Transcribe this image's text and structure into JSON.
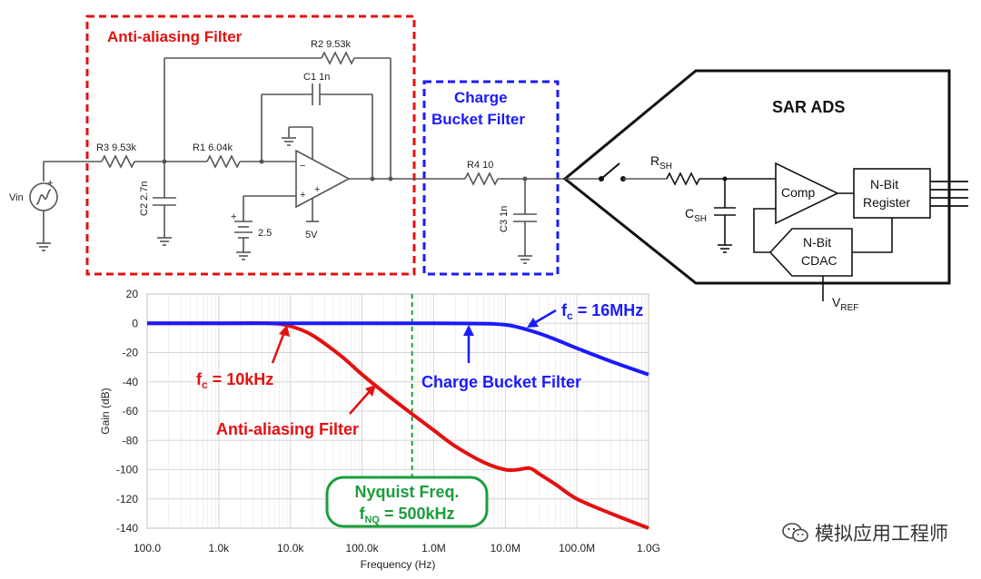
{
  "colors": {
    "red": "#e41010",
    "blue": "#1a1aff",
    "green": "#1a9e3a",
    "wire": "#555555"
  },
  "aaf": {
    "title": "Anti-aliasing Filter",
    "r3": "R3 9.53k",
    "r1": "R1 6.04k",
    "r2": "R2 9.53k",
    "c1": "C1 1n",
    "c2": "C2 2.7n",
    "vref": "2.5",
    "supply": "5V",
    "vin": "Vin"
  },
  "cbf": {
    "title_line1": "Charge",
    "title_line2": "Bucket Filter",
    "r4": "R4 10",
    "c3": "C3 1n"
  },
  "adc": {
    "title": "SAR ADS",
    "rsh": "R",
    "rsh_sub": "SH",
    "csh": "C",
    "csh_sub": "SH",
    "comp": "Comp",
    "reg_line1": "N-Bit",
    "reg_line2": "Register",
    "cdac_line1": "N-Bit",
    "cdac_line2": "CDAC",
    "vref": "V",
    "vref_sub": "REF"
  },
  "chart_data": {
    "type": "line",
    "xlabel": "Frequency (Hz)",
    "ylabel": "Gain (dB)",
    "xscale": "log",
    "xlim": [
      100,
      1000000000
    ],
    "ylim": [
      -140,
      20
    ],
    "grid": true,
    "x_ticks": [
      100,
      1000,
      10000,
      100000,
      1000000,
      10000000,
      100000000,
      1000000000
    ],
    "x_tick_labels": [
      "100.0",
      "1.0k",
      "10.0k",
      "100.0k",
      "1.0M",
      "10.0M",
      "100.0M",
      "1.0G"
    ],
    "y_ticks": [
      20,
      0,
      -20,
      -40,
      -60,
      -80,
      -100,
      -120,
      -140
    ],
    "y_tick_labels": [
      "20",
      "0",
      "-20",
      "-40",
      "-60",
      "-80",
      "-100",
      "-120",
      "-140"
    ],
    "series": [
      {
        "name": "Anti-aliasing Filter",
        "color": "#e41010",
        "x": [
          100,
          1000,
          5000,
          10000,
          20000,
          50000,
          100000,
          200000,
          500000,
          1000000,
          2000000,
          5000000,
          10000000,
          15000000,
          22000000,
          30000000,
          50000000,
          100000000,
          300000000,
          1000000000
        ],
        "y": [
          0,
          0,
          0,
          -2,
          -8,
          -22,
          -35,
          -47,
          -62,
          -73,
          -84,
          -95,
          -100,
          -100,
          -99,
          -103,
          -110,
          -120,
          -130,
          -140
        ]
      },
      {
        "name": "Charge Bucket Filter",
        "color": "#1a1aff",
        "x": [
          100,
          1000,
          100000,
          1000000,
          5000000,
          10000000,
          16000000,
          30000000,
          50000000,
          100000000,
          300000000,
          1000000000
        ],
        "y": [
          0,
          0,
          0,
          0,
          -0.2,
          -1,
          -3,
          -7,
          -11,
          -17,
          -26,
          -35
        ]
      }
    ],
    "annotations": {
      "aaf_fc": "f",
      "aaf_fc_sub": "c",
      "aaf_fc_val": " = 10kHz",
      "aaf_name": "Anti-aliasing Filter",
      "cbf_name": "Charge Bucket Filter",
      "cbf_fc": "f",
      "cbf_fc_sub": "c",
      "cbf_fc_val": " = 16MHz",
      "nyq_line1": "Nyquist Freq.",
      "nyq_f": "f",
      "nyq_sub": "NQ",
      "nyq_val": " = 500kHz",
      "nyquist_x": 500000
    }
  },
  "watermark": {
    "text": "模拟应用工程师"
  }
}
